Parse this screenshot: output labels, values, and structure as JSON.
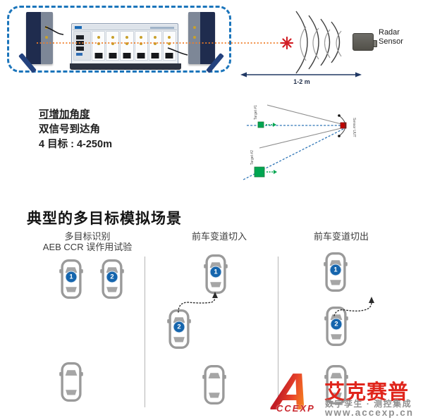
{
  "colors": {
    "enclosure_dashed_blue": "#1b75bb",
    "beam_orange": "#ef7d28",
    "star_red": "#d21f26",
    "arrow_navy": "#203864",
    "car_gray": "#9a9a9a",
    "badge_blue": "#1565ad",
    "target_green": "#00a651",
    "dashed_link_blue": "#2e75b6",
    "brand_red": "#e8251f",
    "muted_gray": "#8f8f8f"
  },
  "top_diagram": {
    "radar_sensor_label_line1": "Radar",
    "radar_sensor_label_line2": "Sensor",
    "distance_label": "1-2 m"
  },
  "specs": {
    "line1": "可增加角度",
    "line2": "双信号到达角",
    "line3": "4 目标 : 4-250m"
  },
  "aoa_diagram": {
    "target1_label": "Target #1",
    "target2_label": "Target #2",
    "sensor_label": "Sensor UUT"
  },
  "scenarios": {
    "title": "典型的多目标模拟场景",
    "col1_header_line1": "多目标识别",
    "col1_header_line2": "AEB CCR 误作用试验",
    "col2_header": "前车变道切入",
    "col3_header": "前车变道切出",
    "badge1": "1",
    "badge2": "2"
  },
  "watermark": {
    "logo_letter": "A",
    "logo_sub": "CCEXP",
    "brand": "艾克赛普",
    "tagline": "数字孪生 · 测控集成",
    "url": "www.accexp.cn"
  }
}
